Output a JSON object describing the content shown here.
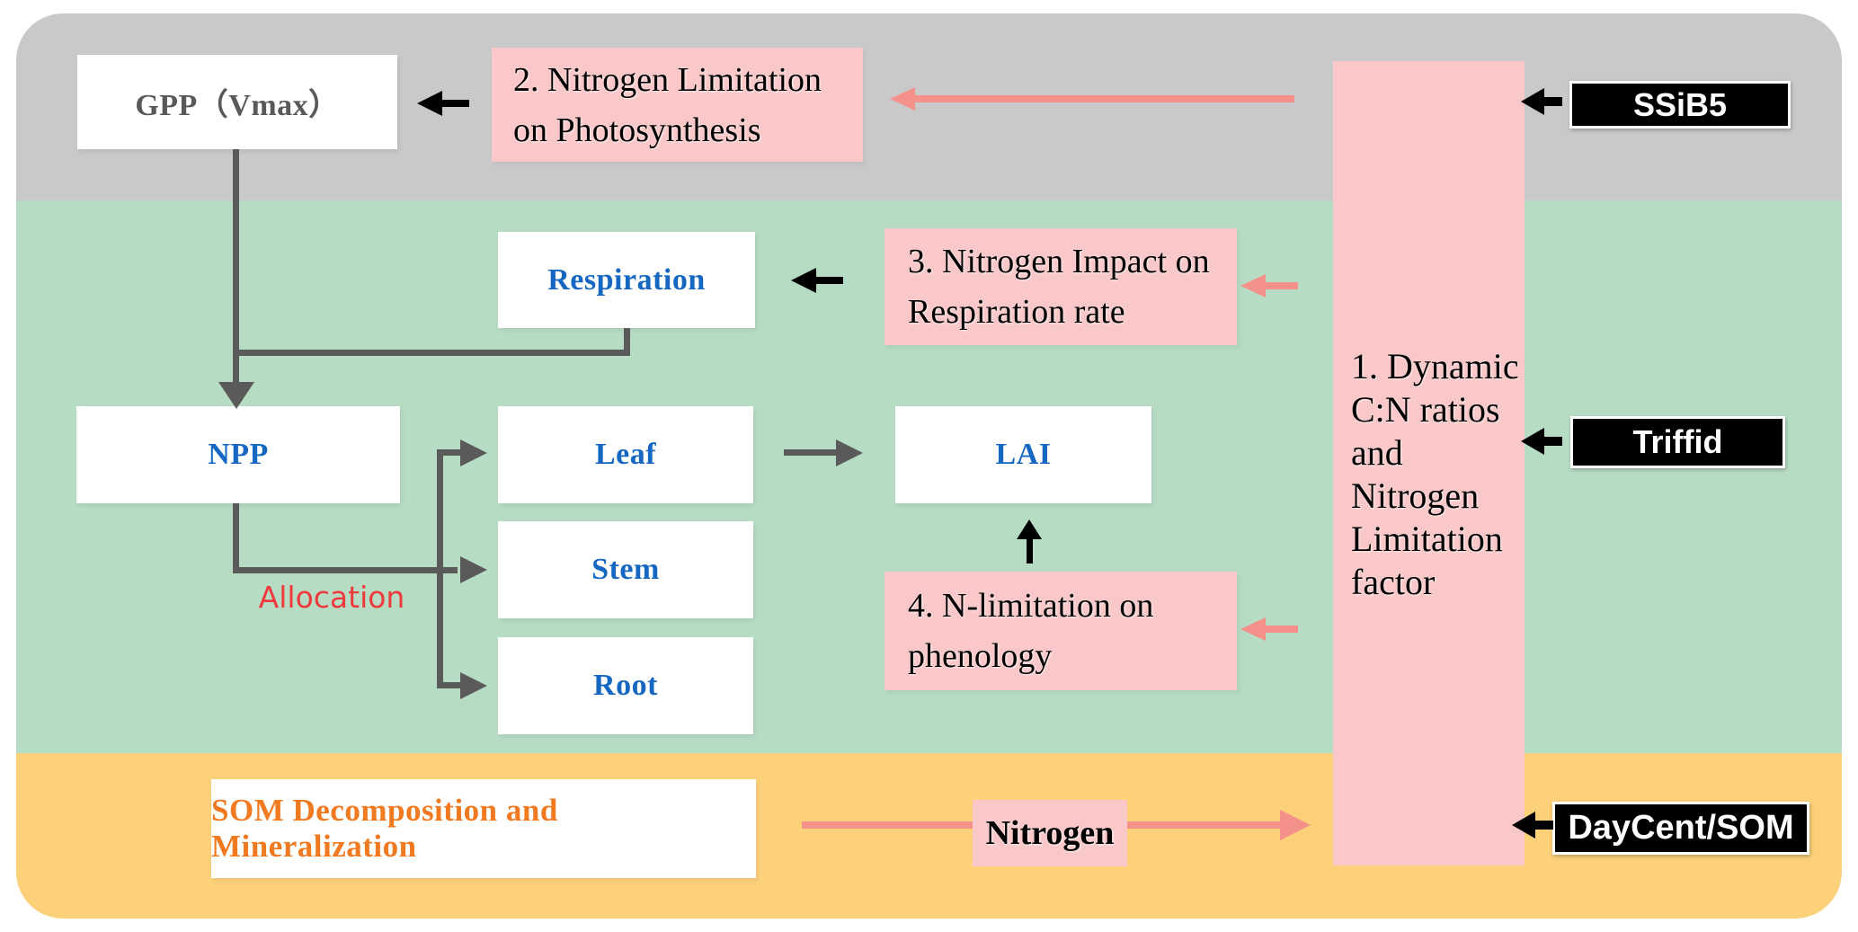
{
  "palette": {
    "band_top_gray": "#c9c9c9",
    "band_middle_green": "#b7dcc4",
    "band_bottom_yellow": "#fcd17a",
    "annotation_pink": "#fac8c8",
    "salmon_arrow": "#f4918b",
    "sketch_arrow_gray": "#5a5a5a",
    "black": "#000000",
    "carbon_pool_blue": "#1667c1",
    "som_orange": "#f1791f",
    "allocation_red": "#ee3a3d",
    "gpp_gray": "#595959"
  },
  "process_boxes": {
    "gpp": "GPP（Vmax）",
    "respiration": "Respiration",
    "npp": "NPP",
    "leaf": "Leaf",
    "stem": "Stem",
    "root": "Root",
    "lai": "LAI",
    "som": "SOM Decomposition and Mineralization"
  },
  "nitrogen_effects": {
    "effect1": {
      "lines": [
        "1. Dynamic",
        "C:N ratios",
        "and",
        "Nitrogen",
        "Limitation",
        "factor"
      ]
    },
    "effect2": {
      "line1": "2. Nitrogen Limitation",
      "line2": "on Photosynthesis"
    },
    "effect3": {
      "line1": "3. Nitrogen Impact on",
      "line2": "Respiration rate"
    },
    "effect4": {
      "line1": "4. N-limitation on",
      "line2": "phenology"
    }
  },
  "model_tags": {
    "ssib5": "SSiB5",
    "triffid": "Triffid",
    "daycent": "DayCent/SOM"
  },
  "flow_labels": {
    "allocation": "Allocation",
    "nitrogen": "Nitrogen"
  }
}
